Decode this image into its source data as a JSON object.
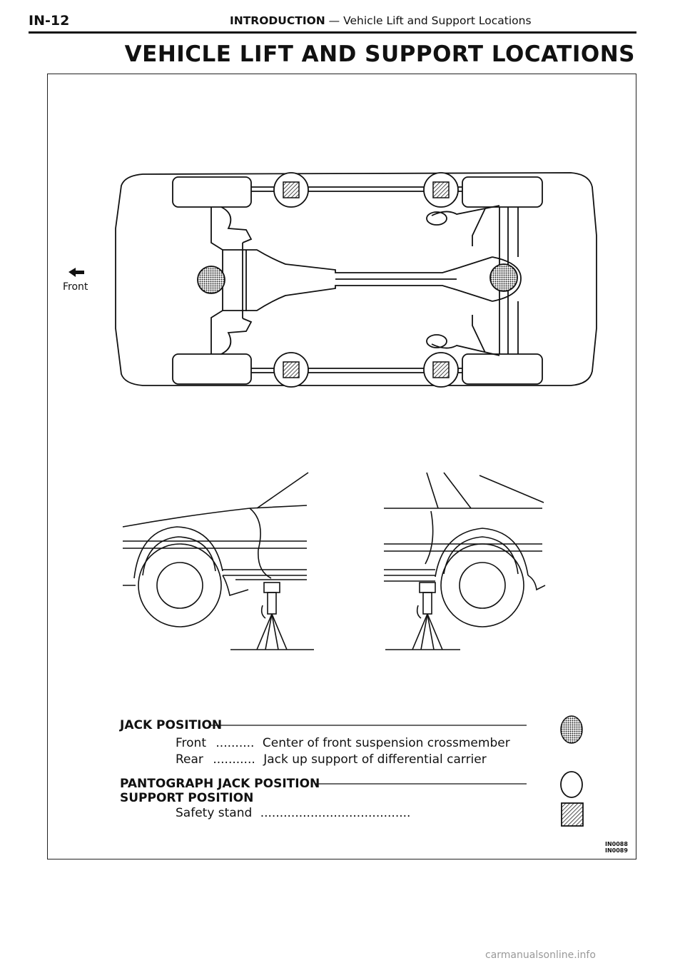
{
  "header": {
    "page_number": "IN-12",
    "section_bold": "INTRODUCTION",
    "section_rest": " — Vehicle Lift and Support Locations"
  },
  "title": "VEHICLE LIFT AND SUPPORT LOCATIONS",
  "diagram": {
    "front_label": "Front"
  },
  "legend": {
    "jack_position": "JACK POSITION",
    "front_label": "Front",
    "front_dots": "..........",
    "front_desc": "Center of front suspension crossmember",
    "rear_label": "Rear",
    "rear_dots": "...........",
    "rear_desc": "Jack up support of differential carrier",
    "pantograph": "PANTOGRAPH JACK POSITION",
    "support_position": "SUPPORT POSITION",
    "safety_stand": "Safety stand",
    "safety_dots": "......................................."
  },
  "codes": [
    "IN0088",
    "IN0089"
  ],
  "footer": "carmanualsonline.info"
}
